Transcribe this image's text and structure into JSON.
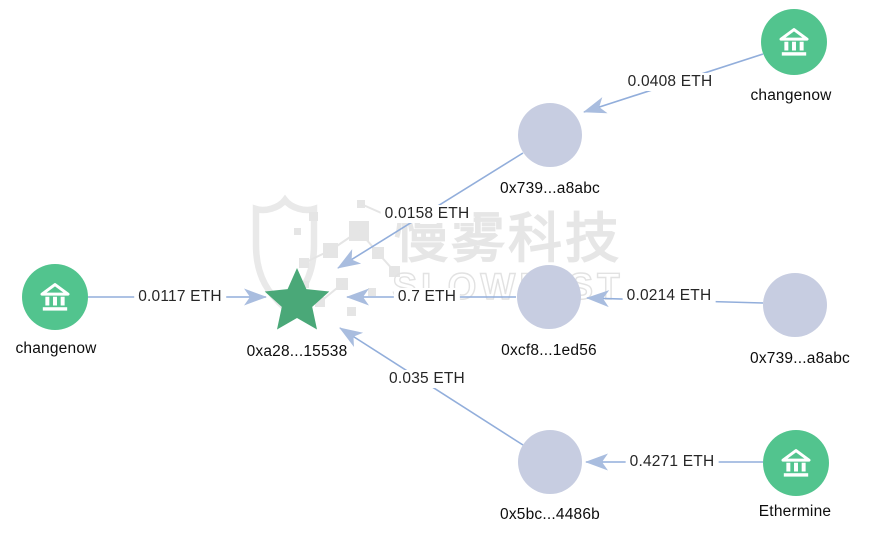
{
  "watermark": {
    "cn": "慢雾科技",
    "en": "SLOWMIST"
  },
  "colors": {
    "exchange_node": "#52c48e",
    "address_node": "#c7cde1",
    "target_star": "#4aa878",
    "edge_line": "#92aedb",
    "arrowhead": "#a9bddf"
  },
  "nodes": [
    {
      "id": "changenow-top",
      "label": "changenow",
      "type": "exchange"
    },
    {
      "id": "0x739-upper",
      "label": "0x739...a8abc",
      "type": "address"
    },
    {
      "id": "changenow-left",
      "label": "changenow",
      "type": "exchange"
    },
    {
      "id": "target",
      "label": "0xa28...15538",
      "type": "target-star"
    },
    {
      "id": "0xcf8",
      "label": "0xcf8...1ed56",
      "type": "address"
    },
    {
      "id": "0x739-right",
      "label": "0x739...a8abc",
      "type": "address"
    },
    {
      "id": "0x5bc",
      "label": "0x5bc...4486b",
      "type": "address"
    },
    {
      "id": "ethermine",
      "label": "Ethermine",
      "type": "exchange"
    }
  ],
  "edges": [
    {
      "from": "changenow-left",
      "to": "target",
      "label": "0.0117 ETH"
    },
    {
      "from": "0x739-upper",
      "to": "target",
      "label": "0.0158 ETH"
    },
    {
      "from": "changenow-top",
      "to": "0x739-upper",
      "label": "0.0408 ETH"
    },
    {
      "from": "0xcf8",
      "to": "target",
      "label": "0.7 ETH"
    },
    {
      "from": "0x739-right",
      "to": "0xcf8",
      "label": "0.0214 ETH"
    },
    {
      "from": "0x5bc",
      "to": "target",
      "label": "0.035 ETH"
    },
    {
      "from": "ethermine",
      "to": "0x5bc",
      "label": "0.4271 ETH"
    }
  ]
}
